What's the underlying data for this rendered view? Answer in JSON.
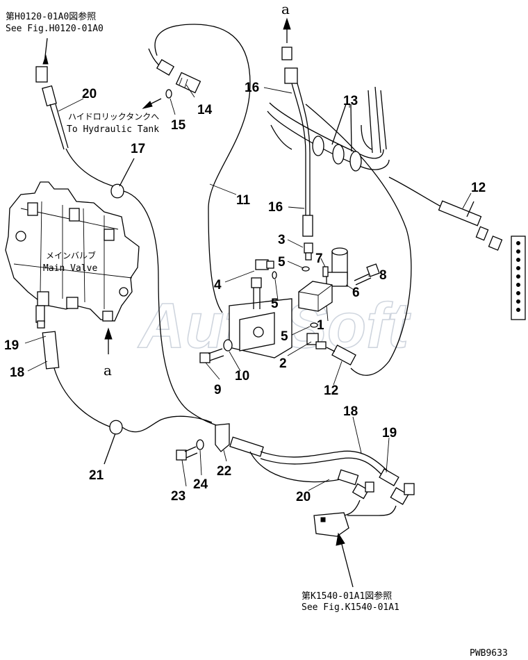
{
  "references": {
    "top_left": {
      "jp": "第H0120-01A0図参照",
      "en": "See Fig.H0120-01A0"
    },
    "bottom": {
      "jp": "第K1540-01A1図参照",
      "en": "See Fig.K1540-01A1"
    }
  },
  "labels": {
    "hydraulic_tank": {
      "jp": "ハイドロリックタンクへ",
      "en": "To Hydraulic Tank"
    },
    "main_valve": {
      "jp": "メインバルブ",
      "en": "Main Valve"
    }
  },
  "connector_letter": "a",
  "watermark": "AutoSoft",
  "figure_code": "PWB9633",
  "callouts": {
    "c1": "1",
    "c2": "2",
    "c3": "3",
    "c4": "4",
    "c5a": "5",
    "c5b": "5",
    "c5c": "5",
    "c6": "6",
    "c7": "7",
    "c8": "8",
    "c9": "9",
    "c10": "10",
    "c11": "11",
    "c12a": "12",
    "c12b": "12",
    "c13": "13",
    "c14": "14",
    "c15": "15",
    "c16a": "16",
    "c16b": "16",
    "c17": "17",
    "c18a": "18",
    "c18b": "18",
    "c19a": "19",
    "c19b": "19",
    "c20a": "20",
    "c20b": "20",
    "c21": "21",
    "c22": "22",
    "c23": "23",
    "c24": "24"
  }
}
